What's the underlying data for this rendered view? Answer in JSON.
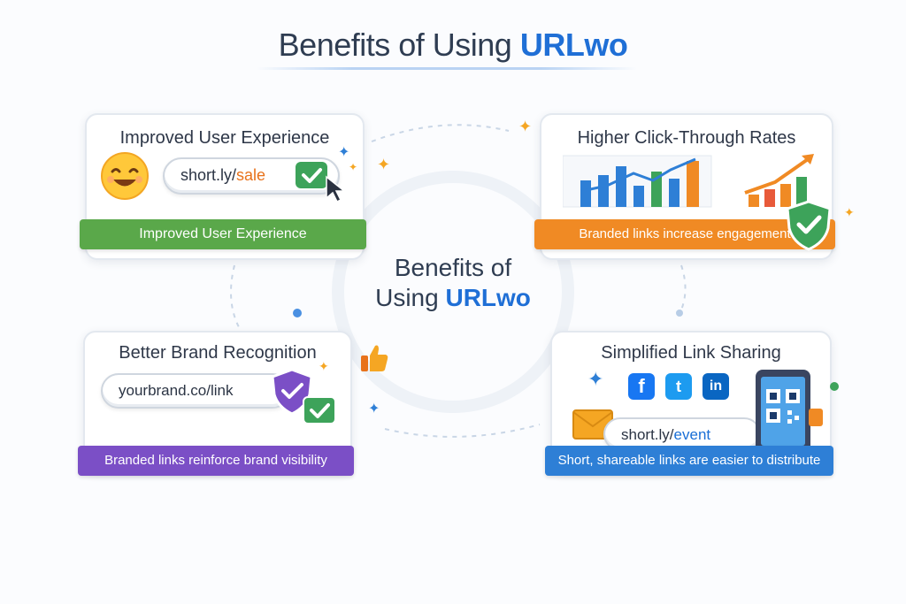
{
  "title": {
    "prefix": "Benefits of Using ",
    "brand": "URLwo"
  },
  "center": {
    "line1": "Benefits of",
    "line2_prefix": "Using ",
    "brand": "URLwo"
  },
  "cards": {
    "ux": {
      "title": "Improved User Experience",
      "link_prefix": "short.ly/",
      "link_suffix": "sale",
      "ribbon": "Improved User Experience",
      "ribbon_color": "#5aa84a"
    },
    "ctr": {
      "title": "Higher Click-Through Rates",
      "ribbon": "Branded links increase engagement",
      "ribbon_color": "#f08a24"
    },
    "brand": {
      "title": "Better Brand Recognition",
      "link": "yourbrand.co/link",
      "ribbon": "Branded links reinforce brand visibility",
      "ribbon_color": "#7b4fc6"
    },
    "share": {
      "title": "Simplified Link Sharing",
      "link_prefix": "short.ly/",
      "link_suffix": "event",
      "ribbon": "Short, shareable links are easier to distribute",
      "ribbon_color": "#2e7fd6",
      "social": [
        "f",
        "t",
        "in"
      ]
    }
  },
  "colors": {
    "brand": "#1f6fd6",
    "orange": "#e8721b",
    "green": "#5aa84a",
    "purple": "#7b4fc6",
    "blue": "#2e7fd6"
  }
}
